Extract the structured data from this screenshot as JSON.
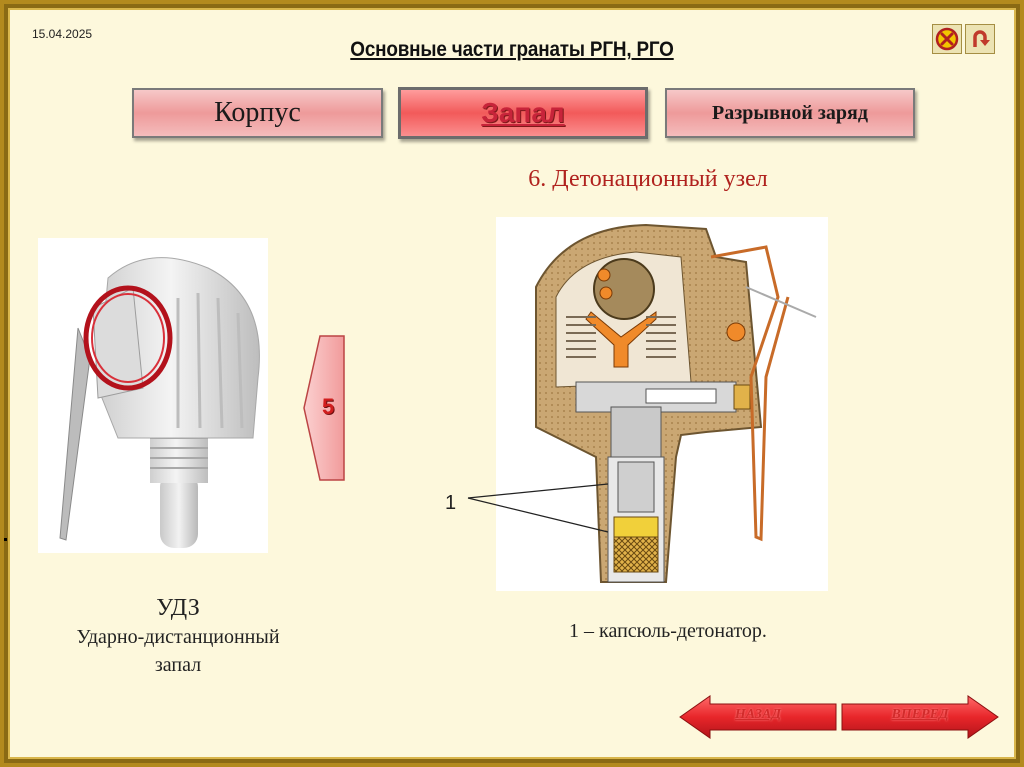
{
  "header": {
    "date": "15.04.2025",
    "title": "Основные части гранаты РГН, РГО"
  },
  "controls": [
    {
      "name": "close-button",
      "icon": "close-icon"
    },
    {
      "name": "return-button",
      "icon": "return-arrow-icon"
    }
  ],
  "tabs": [
    {
      "label": "Корпус",
      "active": false
    },
    {
      "label": "Запал",
      "active": true
    },
    {
      "label": "Разрывной заряд",
      "active": false
    }
  ],
  "section_title": "6. Детонационный узел",
  "left_caption": {
    "name": "УДЗ",
    "line1": "Ударно-дистанционный",
    "line2": "запал"
  },
  "prev_step": "5",
  "diagram": {
    "callout": "1",
    "caption": "1 – капсюль-детонатор."
  },
  "navigation": {
    "back": "НАЗАД",
    "forward": "ВПЕРЕД"
  },
  "colors": {
    "accent_red": "#e8262a",
    "slide_bg": "#fdf8dc",
    "frame": "#b38a1e"
  }
}
